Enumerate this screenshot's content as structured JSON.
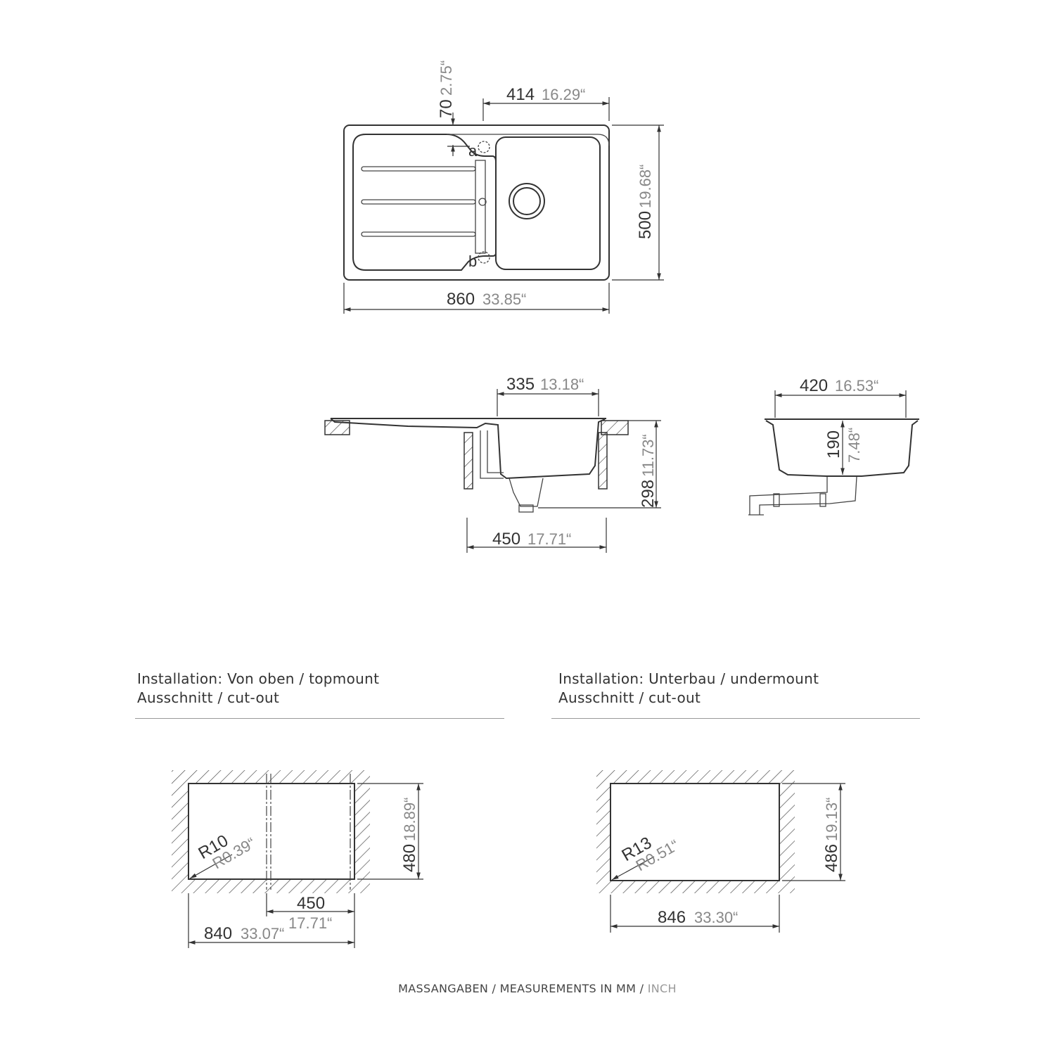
{
  "top_view": {
    "dims": {
      "overall_width": {
        "mm": "860",
        "inch": "33.85“"
      },
      "overall_depth": {
        "mm": "500",
        "inch": "19.68“"
      },
      "bowl_width": {
        "mm": "414",
        "inch": "16.29“"
      },
      "tap_offset": {
        "mm": "70",
        "inch": "2.75“"
      }
    },
    "markers": {
      "a": "a",
      "b": "b"
    }
  },
  "side_view": {
    "bowl_inner_width": {
      "mm": "335",
      "inch": "13.18“"
    },
    "total_height": {
      "mm": "298",
      "inch": "11.73“"
    },
    "cabinet_width": {
      "mm": "450",
      "inch": "17.71“"
    }
  },
  "end_view": {
    "bowl_depth_width": {
      "mm": "420",
      "inch": "16.53“"
    },
    "bowl_depth": {
      "mm": "190",
      "inch": "7.48“"
    }
  },
  "topmount": {
    "heading_line1": "Installation: Von oben / topmount",
    "heading_line2": "Ausschnitt / cut-out",
    "radius": {
      "mm": "R10",
      "inch": "R0.39“"
    },
    "height": {
      "mm": "480",
      "inch": "18.89“"
    },
    "cabinet": {
      "mm": "450",
      "inch": "17.71“"
    },
    "width": {
      "mm": "840",
      "inch": "33.07“"
    }
  },
  "undermount": {
    "heading_line1": "Installation: Unterbau / undermount",
    "heading_line2": "Ausschnitt / cut-out",
    "radius": {
      "mm": "R13",
      "inch": "R0.51“"
    },
    "height": {
      "mm": "486",
      "inch": "19.13“"
    },
    "width": {
      "mm": "846",
      "inch": "33.30“"
    }
  },
  "footer": {
    "main": "MASSANGABEN / MEASUREMENTS IN MM /",
    "unit": "INCH"
  }
}
